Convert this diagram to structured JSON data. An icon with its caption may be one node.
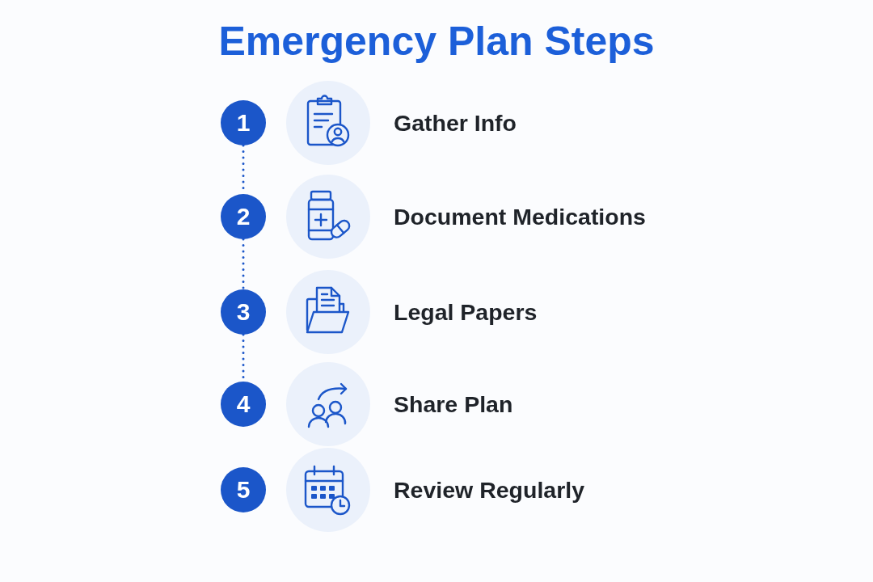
{
  "diagram": {
    "title": "Emergency Plan Steps",
    "nodes": [
      {
        "text": [
          "1"
        ]
      },
      {
        "text": [
          "Gather Info"
        ]
      },
      {
        "text": [
          "2"
        ]
      },
      {
        "text": [
          "Document Medications"
        ]
      },
      {
        "text": [
          "3"
        ]
      },
      {
        "text": [
          "Legal Papers"
        ]
      },
      {
        "text": [
          "4"
        ]
      },
      {
        "text": [
          "Share Plan"
        ]
      },
      {
        "text": [
          "5"
        ]
      },
      {
        "text": [
          "Review Regularly"
        ]
      }
    ],
    "edges": [
      {
        "from": 0,
        "to": 2,
        "arrow": "none",
        "style": "dashed"
      },
      {
        "from": 2,
        "to": 4,
        "arrow": "none",
        "style": "dashed"
      },
      {
        "from": 4,
        "to": 6,
        "arrow": "none",
        "style": "dashed"
      }
    ]
  }
}
